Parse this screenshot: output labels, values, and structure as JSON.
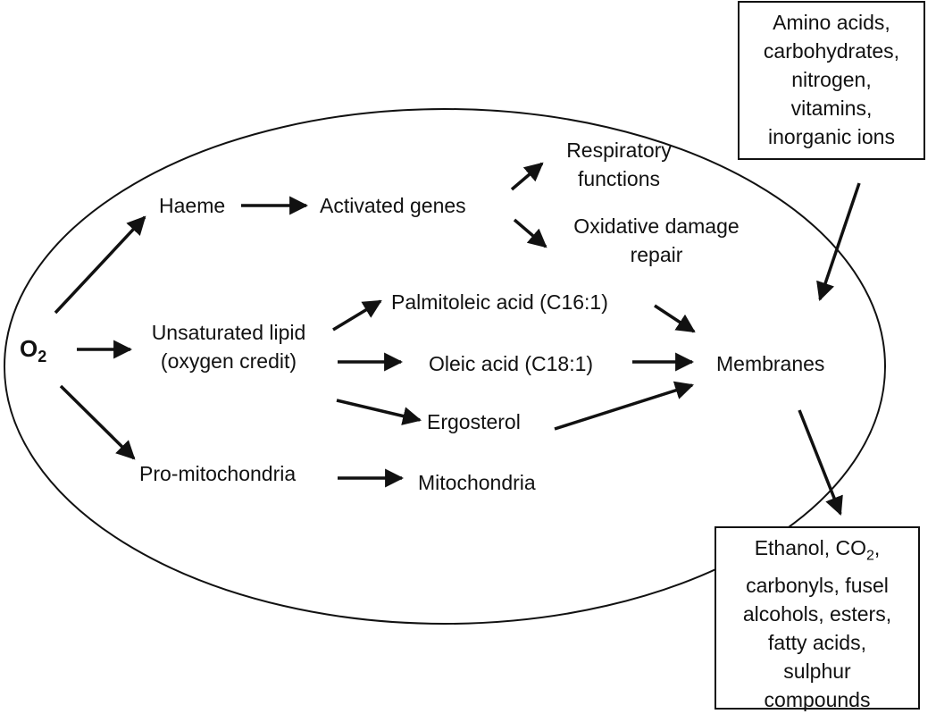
{
  "nodes": {
    "o2": {
      "main": "O",
      "sub": "2"
    },
    "haeme": "Haeme",
    "activated_genes": "Activated genes",
    "respiratory_1": "Respiratory",
    "respiratory_2": "functions",
    "oxidative_1": "Oxidative damage",
    "oxidative_2": "repair",
    "unsat_1": "Unsaturated lipid",
    "unsat_2": "(oxygen credit)",
    "palmitoleic": "Palmitoleic acid (C16:1)",
    "oleic": "Oleic acid (C18:1)",
    "ergosterol": "Ergosterol",
    "membranes": "Membranes",
    "promito": "Pro-mitochondria",
    "mito": "Mitochondria"
  },
  "input_box": {
    "lines": [
      "Amino acids,",
      "carbohydrates,",
      "nitrogen,",
      "vitamins,",
      "inorganic ions"
    ]
  },
  "output_box": {
    "line1_pre": "Ethanol, CO",
    "line1_sub": "2",
    "line1_post": ",",
    "lines": [
      "carbonyls, fusel",
      "alcohols, esters,",
      "fatty acids,",
      "sulphur",
      "compounds"
    ]
  }
}
